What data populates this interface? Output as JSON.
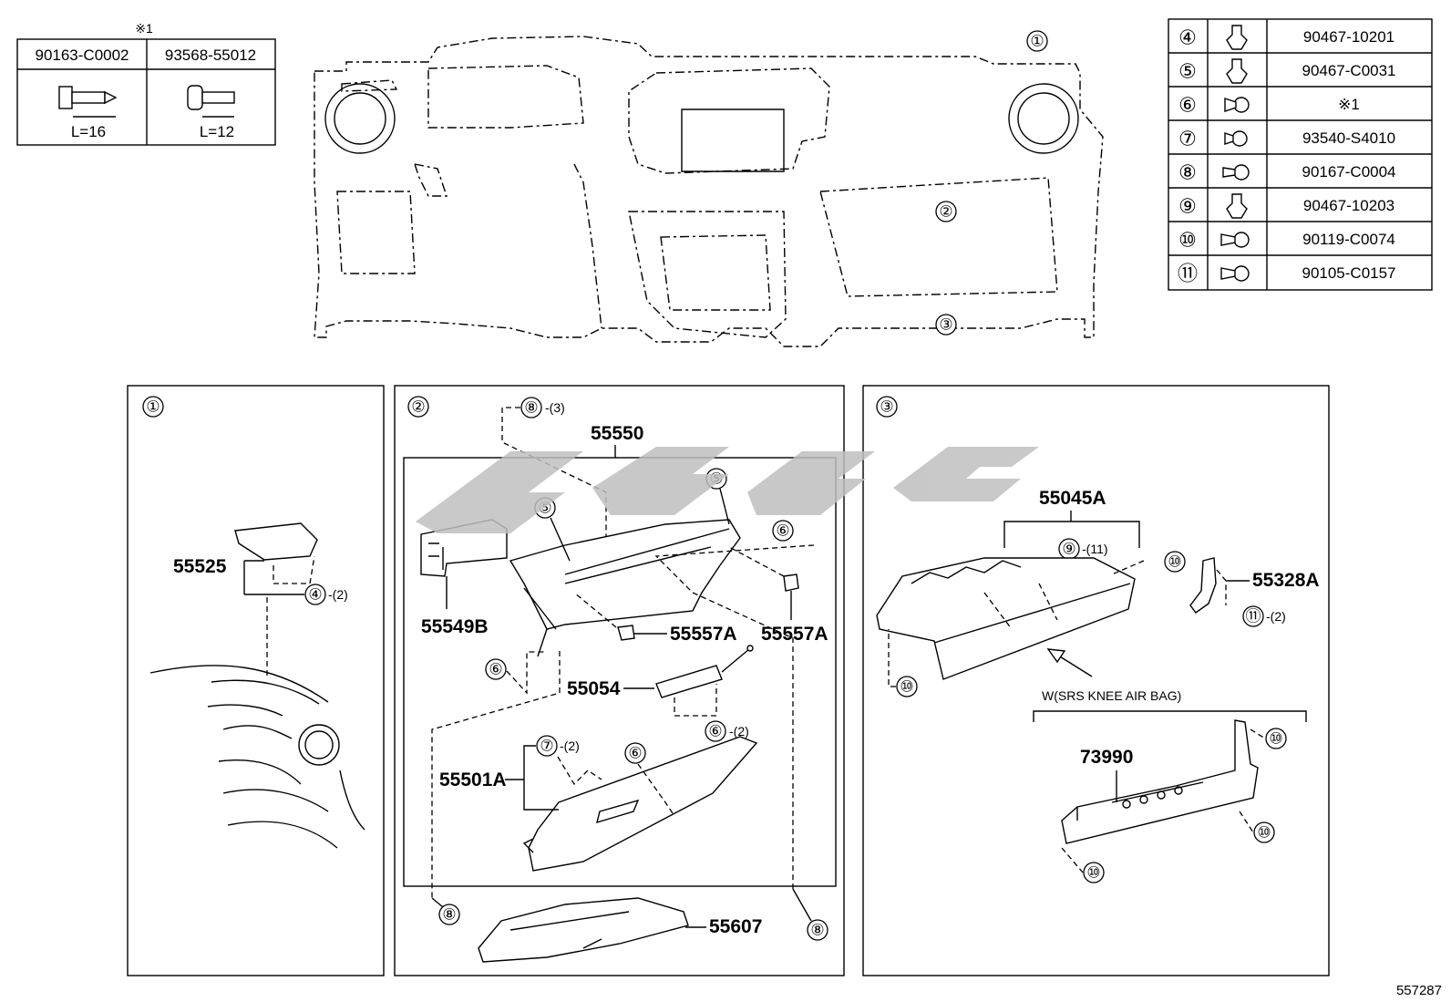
{
  "screw_table": {
    "note": "※1",
    "cols": [
      {
        "part": "90163-C0002",
        "length": "L=16"
      },
      {
        "part": "93568-55012",
        "length": "L=12"
      }
    ]
  },
  "fastener_table": [
    {
      "ref": "④",
      "part": "90467-10201"
    },
    {
      "ref": "⑤",
      "part": "90467-C0031"
    },
    {
      "ref": "⑥",
      "part": "※1"
    },
    {
      "ref": "⑦",
      "part": "93540-S4010"
    },
    {
      "ref": "⑧",
      "part": "90167-C0004"
    },
    {
      "ref": "⑨",
      "part": "90467-10203"
    },
    {
      "ref": "⑩",
      "part": "90119-C0074"
    },
    {
      "ref": "⑪",
      "part": "90105-C0157"
    }
  ],
  "overview": {
    "c1": "①",
    "c2": "②",
    "c3": "③"
  },
  "panel1": {
    "title": "①",
    "p55525": "55525",
    "c4": "④",
    "c4q": "-(2)"
  },
  "panel2": {
    "title": "②",
    "c8top": "⑧",
    "c8topq": "-(3)",
    "p55550": "55550",
    "c5a": "⑤",
    "c5b": "⑤",
    "c6a": "⑥",
    "c6b": "⑥",
    "c6c": "⑥",
    "c6cq": "-(2)",
    "c6d": "⑥",
    "p55549B": "55549B",
    "p55557A_1": "55557A",
    "p55557A_2": "55557A",
    "p55054": "55054",
    "c7": "⑦",
    "c7q": "-(2)",
    "p55501A": "55501A",
    "c8a": "⑧",
    "c8b": "⑧",
    "p55607": "55607"
  },
  "panel3": {
    "title": "③",
    "p55045A": "55045A",
    "c9": "⑨",
    "c9q": "-(11)",
    "c10a": "⑩",
    "c10b": "⑩",
    "p55328A": "55328A",
    "c11": "⑪",
    "c11q": "-(2)",
    "variant": "W(SRS KNEE AIR BAG)",
    "p73990": "73990",
    "c10c": "⑩",
    "c10d": "⑩",
    "c10e": "⑩"
  },
  "drawing_no": "557287",
  "watermark_color": "#bfbfbf"
}
